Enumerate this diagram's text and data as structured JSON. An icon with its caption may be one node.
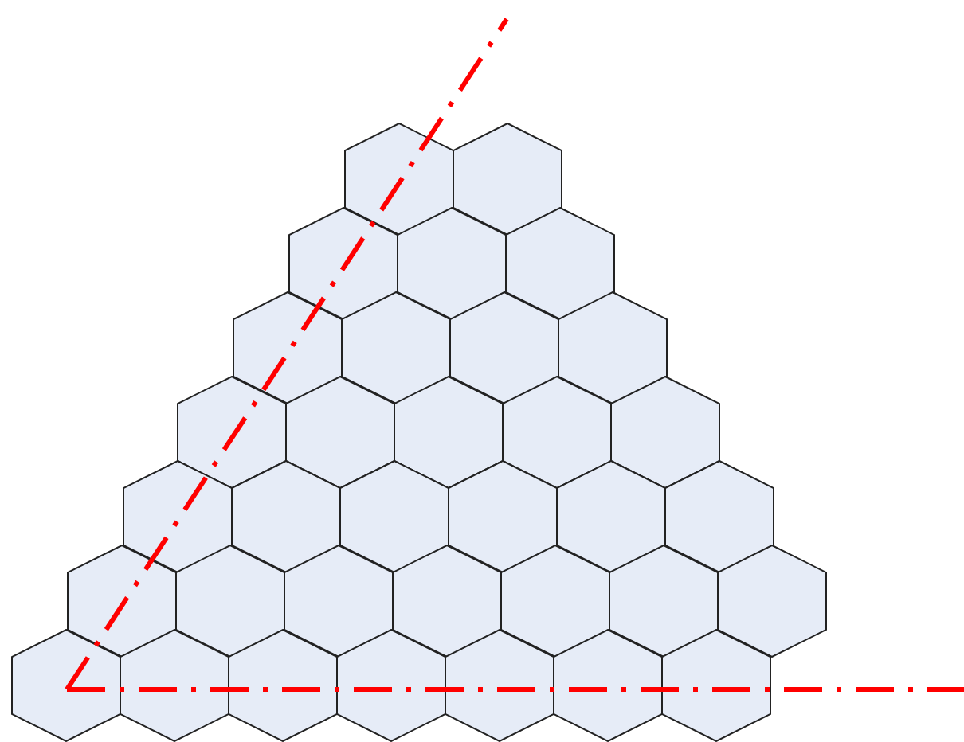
{
  "diagram": {
    "nodes": [
      {
        "text": [],
        "shape": "hexagon"
      },
      {
        "text": [],
        "shape": "hexagon"
      },
      {
        "text": [],
        "shape": "hexagon"
      },
      {
        "text": [],
        "shape": "hexagon"
      },
      {
        "text": [],
        "shape": "hexagon"
      },
      {
        "text": [],
        "shape": "hexagon"
      },
      {
        "text": [],
        "shape": "hexagon"
      },
      {
        "text": [],
        "shape": "hexagon"
      },
      {
        "text": [],
        "shape": "hexagon"
      },
      {
        "text": [],
        "shape": "hexagon"
      },
      {
        "text": [],
        "shape": "hexagon"
      },
      {
        "text": [],
        "shape": "hexagon"
      },
      {
        "text": [],
        "shape": "hexagon"
      },
      {
        "text": [],
        "shape": "hexagon"
      },
      {
        "text": [],
        "shape": "hexagon"
      },
      {
        "text": [],
        "shape": "hexagon"
      },
      {
        "text": [],
        "shape": "hexagon"
      },
      {
        "text": [],
        "shape": "hexagon"
      },
      {
        "text": [],
        "shape": "hexagon"
      },
      {
        "text": [],
        "shape": "hexagon"
      },
      {
        "text": [],
        "shape": "hexagon"
      },
      {
        "text": [],
        "shape": "hexagon"
      },
      {
        "text": [],
        "shape": "hexagon"
      },
      {
        "text": [],
        "shape": "hexagon"
      },
      {
        "text": [],
        "shape": "hexagon"
      },
      {
        "text": [],
        "shape": "hexagon"
      },
      {
        "text": [],
        "shape": "hexagon"
      },
      {
        "text": [],
        "shape": "hexagon"
      },
      {
        "text": [],
        "shape": "hexagon"
      },
      {
        "text": [],
        "shape": "hexagon"
      },
      {
        "text": [],
        "shape": "hexagon"
      },
      {
        "text": [],
        "shape": "hexagon"
      },
      {
        "text": [],
        "shape": "hexagon"
      },
      {
        "text": [],
        "shape": "hexagon"
      }
    ]
  }
}
